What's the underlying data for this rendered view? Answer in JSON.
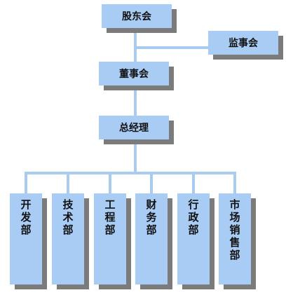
{
  "org_chart": {
    "shareholders": "股东会",
    "supervisors": "监事会",
    "board": "董事会",
    "general_manager": "总经理",
    "departments": [
      "开发部",
      "技术部",
      "工程部",
      "财务部",
      "行政部",
      "市场销售部"
    ]
  },
  "colors": {
    "box_fill": "#a9ccf5",
    "shadow": "#7b7b7b",
    "connector": "#a8ccf0"
  }
}
